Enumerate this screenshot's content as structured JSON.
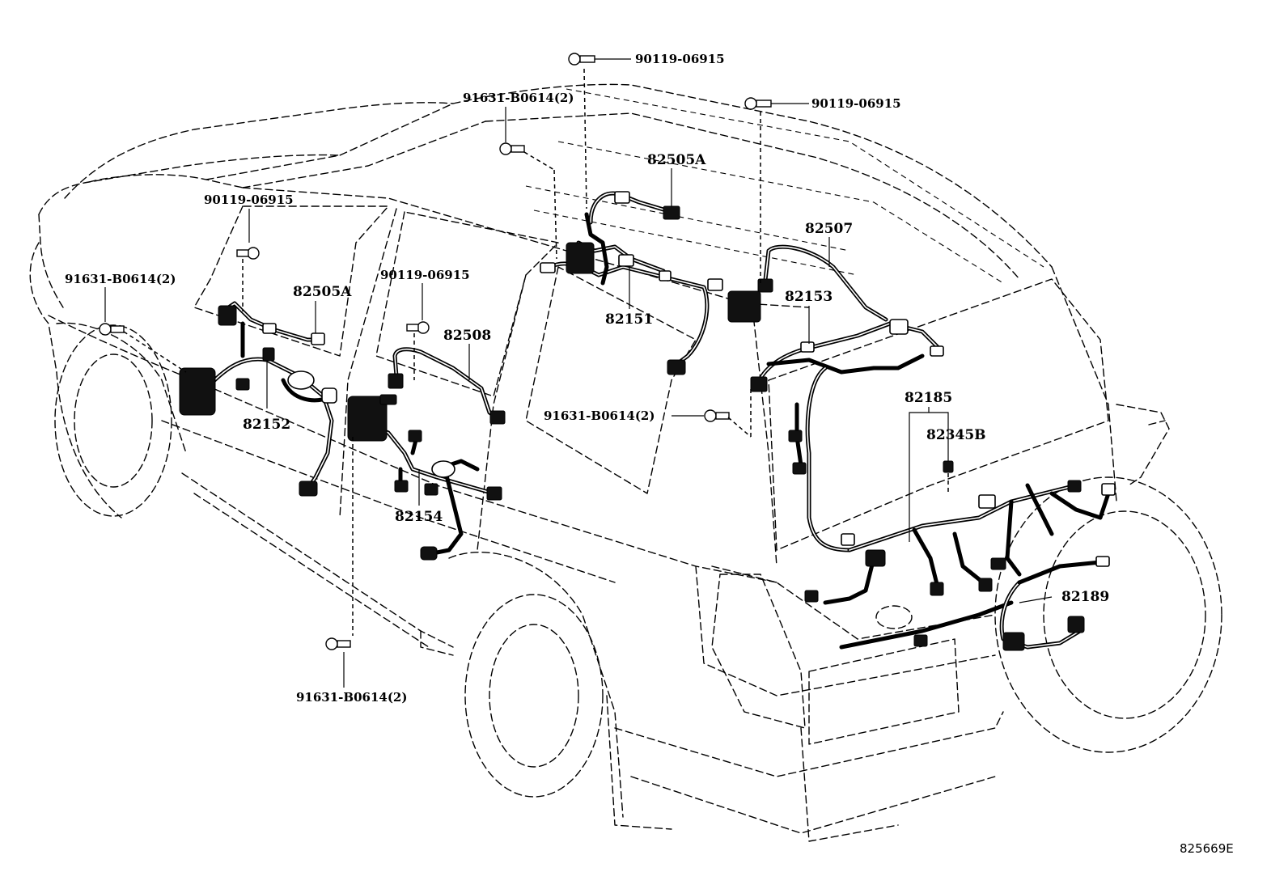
{
  "labels": {
    "bolt_roof_top": "90119-06915",
    "bolt_roof_right": "90119-06915",
    "bolt_front_door": "90119-06915",
    "bolt_rear_door": "90119-06915",
    "clip_roof": "91631-B0614(2)",
    "clip_front": "91631-B0614(2)",
    "clip_quarter": "91631-B0614(2)",
    "clip_bottom": "91631-B0614(2)",
    "part_82505A_roof": "82505A",
    "part_82505A_door": "82505A",
    "part_82507": "82507",
    "part_82153": "82153",
    "part_82151": "82151",
    "part_82508": "82508",
    "part_82152": "82152",
    "part_82154": "82154",
    "part_82185": "82185",
    "part_82345B": "82345B",
    "part_82189": "82189"
  },
  "diagram_ref": "825669E",
  "colors": {
    "line": "#000000",
    "background": "#ffffff"
  }
}
